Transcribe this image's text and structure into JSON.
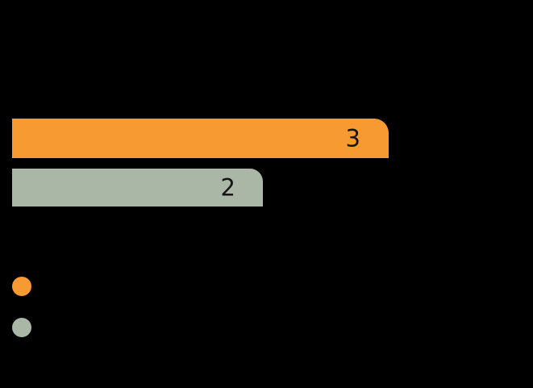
{
  "chart_data": {
    "type": "bar",
    "orientation": "horizontal",
    "title": "",
    "xlabel": "",
    "ylabel": "",
    "categories": [
      "",
      ""
    ],
    "values": [
      3,
      2
    ],
    "value_labels": [
      "3",
      "2"
    ],
    "colors": [
      "#F89A32",
      "#ABB7A6"
    ],
    "xlim": [
      0,
      3
    ],
    "grid": false,
    "legend": {
      "position": "bottom-left",
      "marker": "circle",
      "entries": [
        {
          "label": "",
          "color": "#F89A32"
        },
        {
          "label": "",
          "color": "#ABB7A6"
        }
      ]
    },
    "bars": [
      {
        "value": 3,
        "label": "3",
        "color": "#F89A32"
      },
      {
        "value": 2,
        "label": "2",
        "color": "#ABB7A6"
      }
    ],
    "x_ticks": [],
    "y_ticks": []
  },
  "style": {
    "background": "#000000",
    "value_label_color": "#151515",
    "axis_text_color": "#000000"
  }
}
